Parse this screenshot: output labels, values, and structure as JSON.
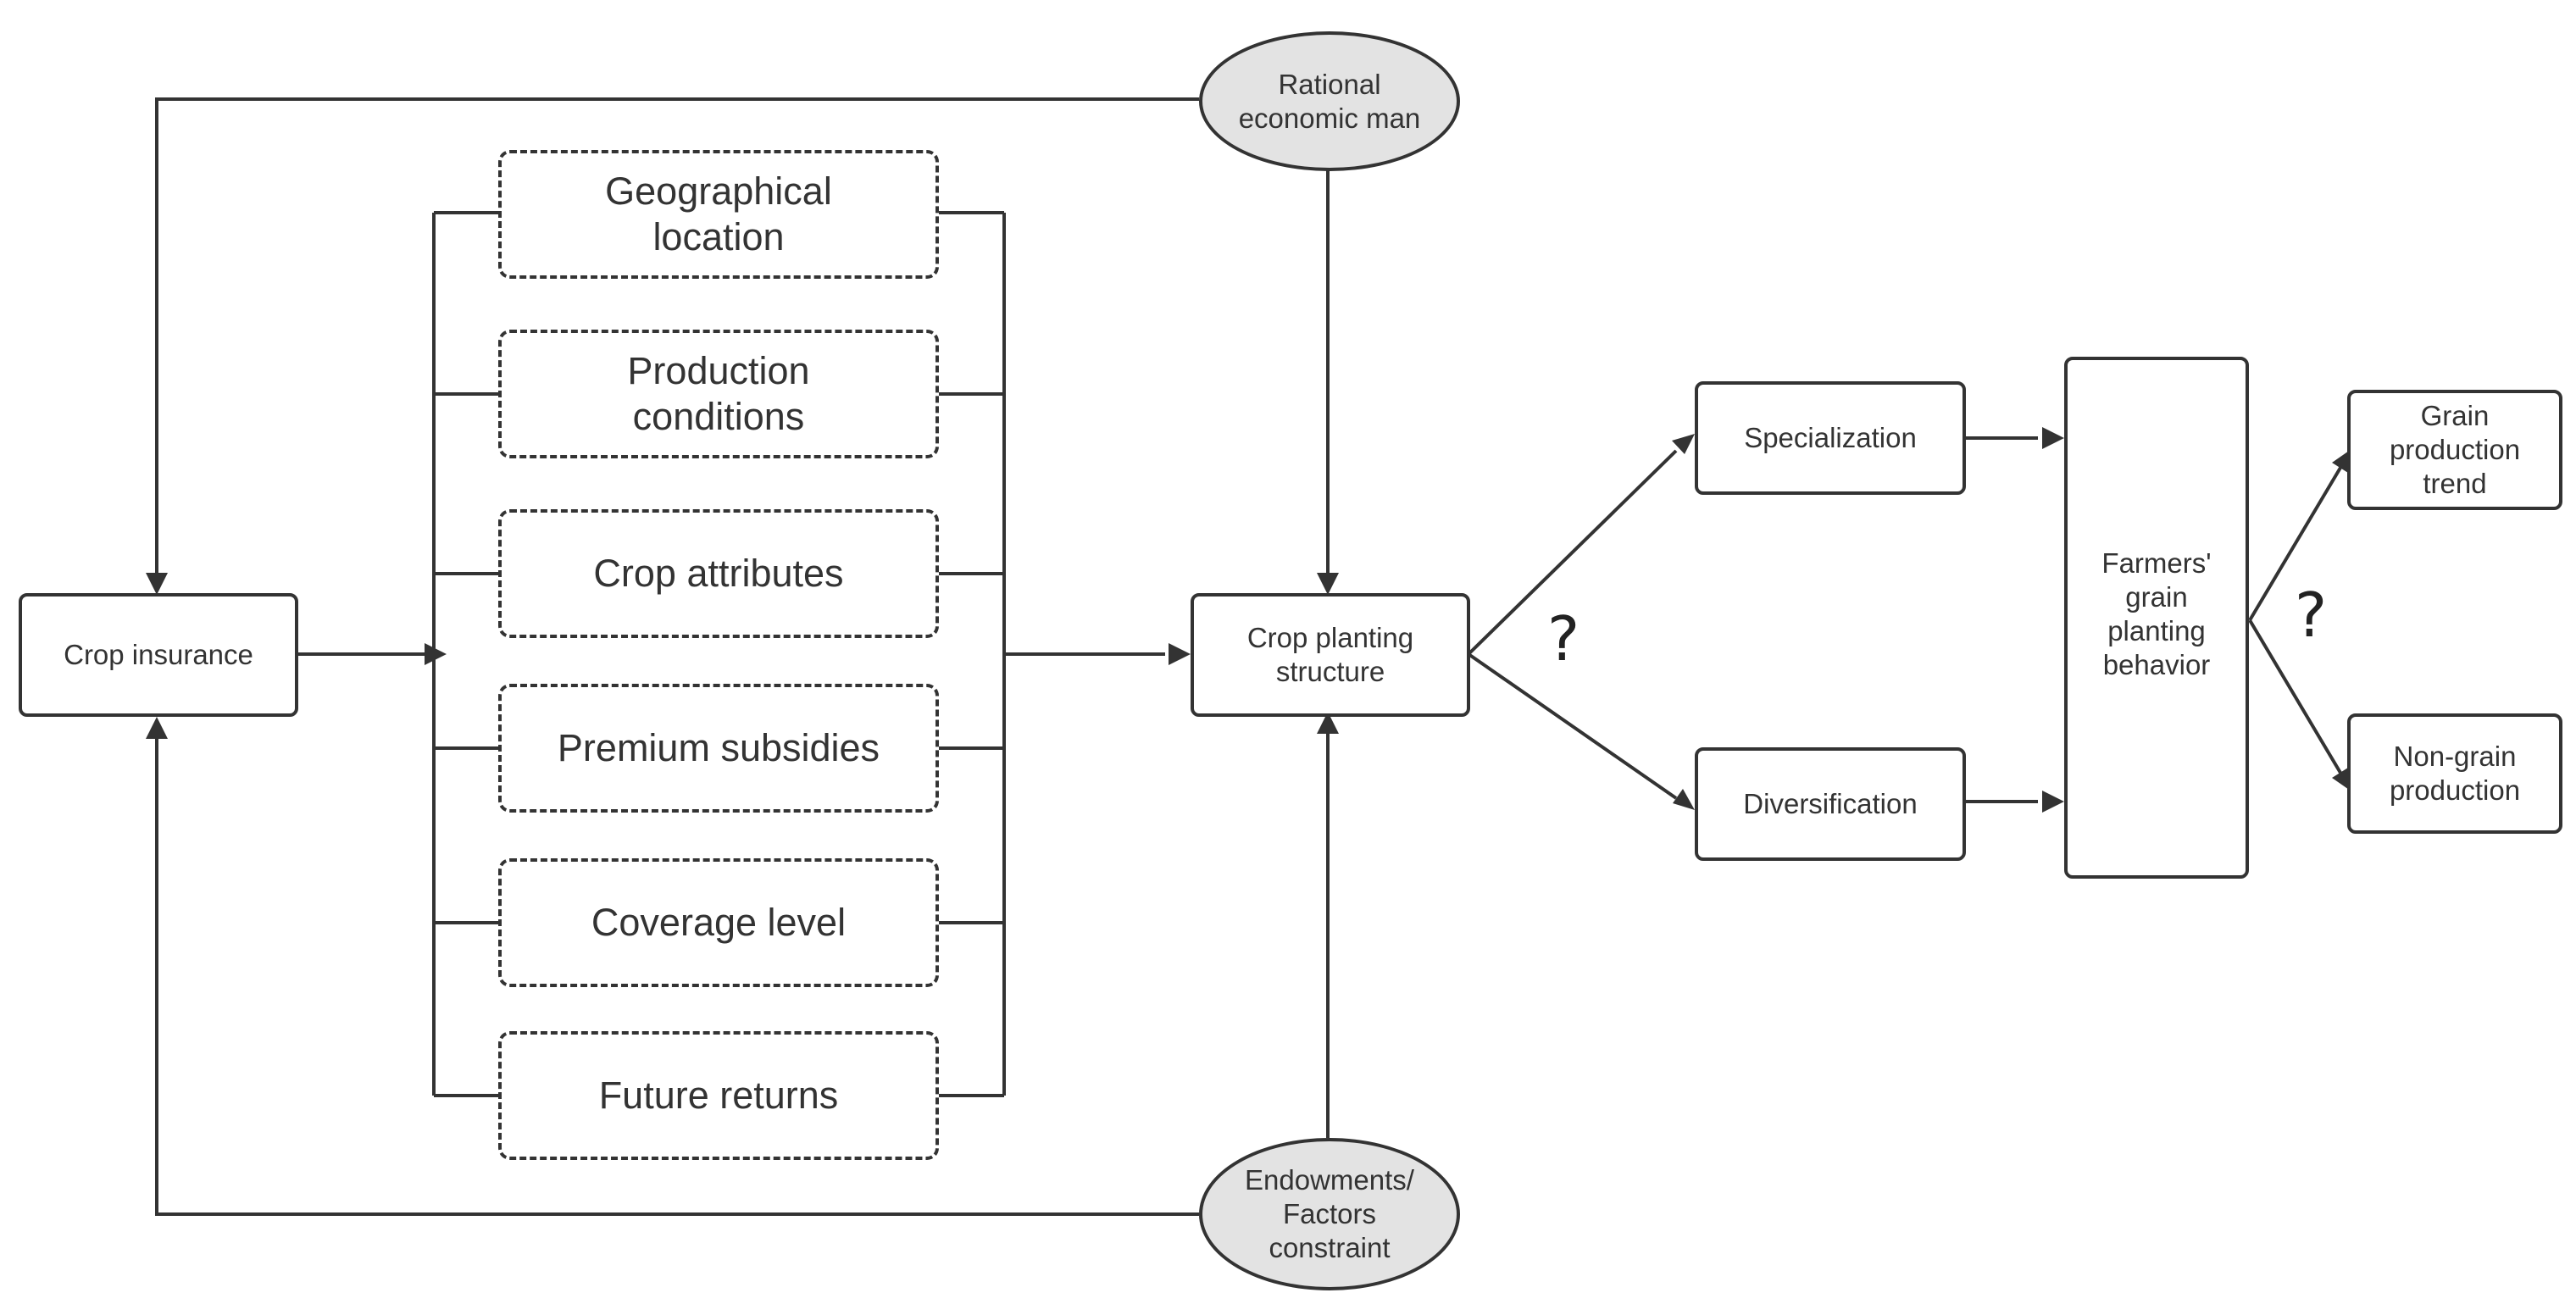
{
  "nodes": {
    "crop_insurance": "Crop insurance",
    "rational_economic_man": "Rational economic man",
    "endowments": "Endowments/ Factors constraint",
    "crop_planting_structure": "Crop planting structure",
    "specialization": "Specialization",
    "diversification": "Diversification",
    "farmers_behavior": "Farmers' grain planting behavior",
    "grain_trend": "Grain production trend",
    "non_grain": "Non-grain production"
  },
  "factors": [
    "Geographical location",
    "Production conditions",
    "Crop attributes",
    "Premium subsidies",
    "Coverage level",
    "Future returns"
  ],
  "question_marks": [
    "?",
    "?"
  ],
  "colors": {
    "line": "#333333",
    "ellipse_fill": "#e3e3e3",
    "box_border": "#333333"
  }
}
